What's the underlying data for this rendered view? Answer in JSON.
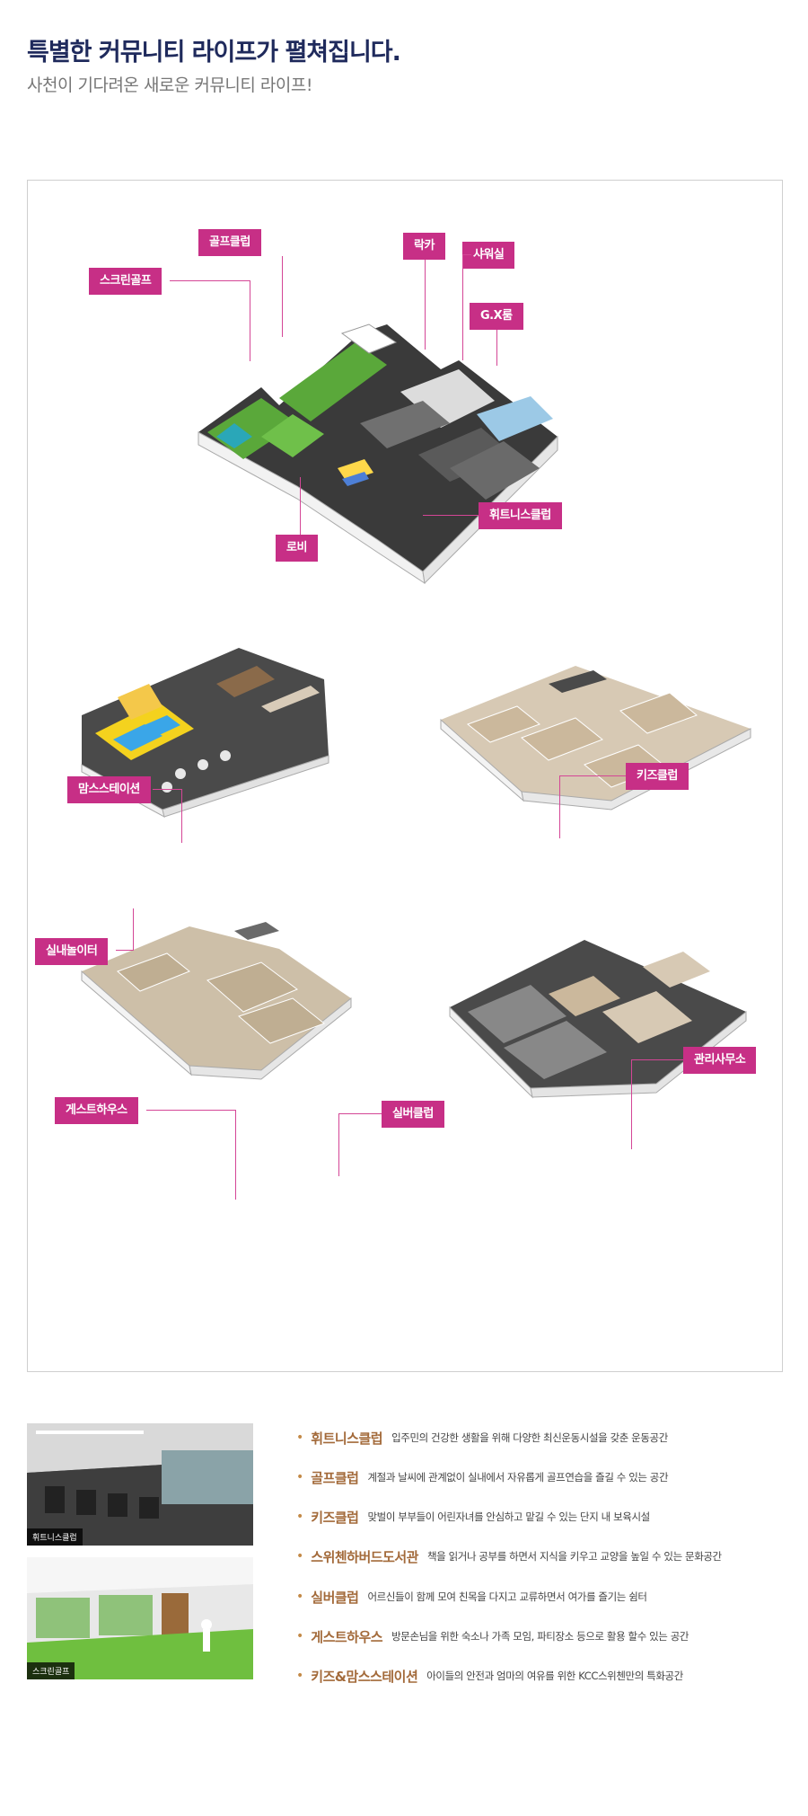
{
  "header": {
    "title": "특별한 커뮤니티 라이프가 펼쳐집니다.",
    "subtitle": "사천이 기다려온 새로운 커뮤니티 라이프!"
  },
  "labels": {
    "golf_club": "골프클럽",
    "screen_golf": "스크린골프",
    "locker": "락카",
    "shower": "샤워실",
    "gx_room": "G.X룸",
    "fitness": "휘트니스클럽",
    "lobby": "로비",
    "moms_station": "맘스스테이션",
    "indoor_play": "실내놀이터",
    "kids_club": "키즈클럽",
    "guest_house": "게스트하우스",
    "silver_club": "실버클럽",
    "management": "관리사무소"
  },
  "photos": [
    {
      "caption": "휘트니스클럽"
    },
    {
      "caption": "스크린골프"
    }
  ],
  "features": [
    {
      "name": "휘트니스클럽",
      "desc": "입주민의 건강한 생활을 위해 다양한 최신운동시설을 갖춘 운동공간"
    },
    {
      "name": "골프클럽",
      "desc": "계절과 날씨에 관계없이 실내에서 자유롭게 골프연습을 즐길 수 있는 공간"
    },
    {
      "name": "키즈클럽",
      "desc": "맞벌이 부부들이 어린자녀를 안심하고 맡길 수 있는 단지 내 보육시설"
    },
    {
      "name": "스위첸하버드도서관",
      "desc": "책을 읽거나 공부를 하면서 지식을 키우고 교양을 높일 수 있는 문화공간"
    },
    {
      "name": "실버클럽",
      "desc": "어르신들이 함께 모여 친목을 다지고 교류하면서 여가를 즐기는 쉼터"
    },
    {
      "name": "게스트하우스",
      "desc": "방문손님을 위한 숙소나 가족 모임, 파티장소 등으로 활용 할수 있는 공간"
    },
    {
      "name": "키즈&맘스스테이션",
      "desc": "아이들의 안전과 엄마의 여유를 위한 KCC스위첸만의 특화공간"
    }
  ],
  "colors": {
    "tag": "#c72f86",
    "heading": "#1f2a5c",
    "feature_name": "#a36a3a"
  }
}
